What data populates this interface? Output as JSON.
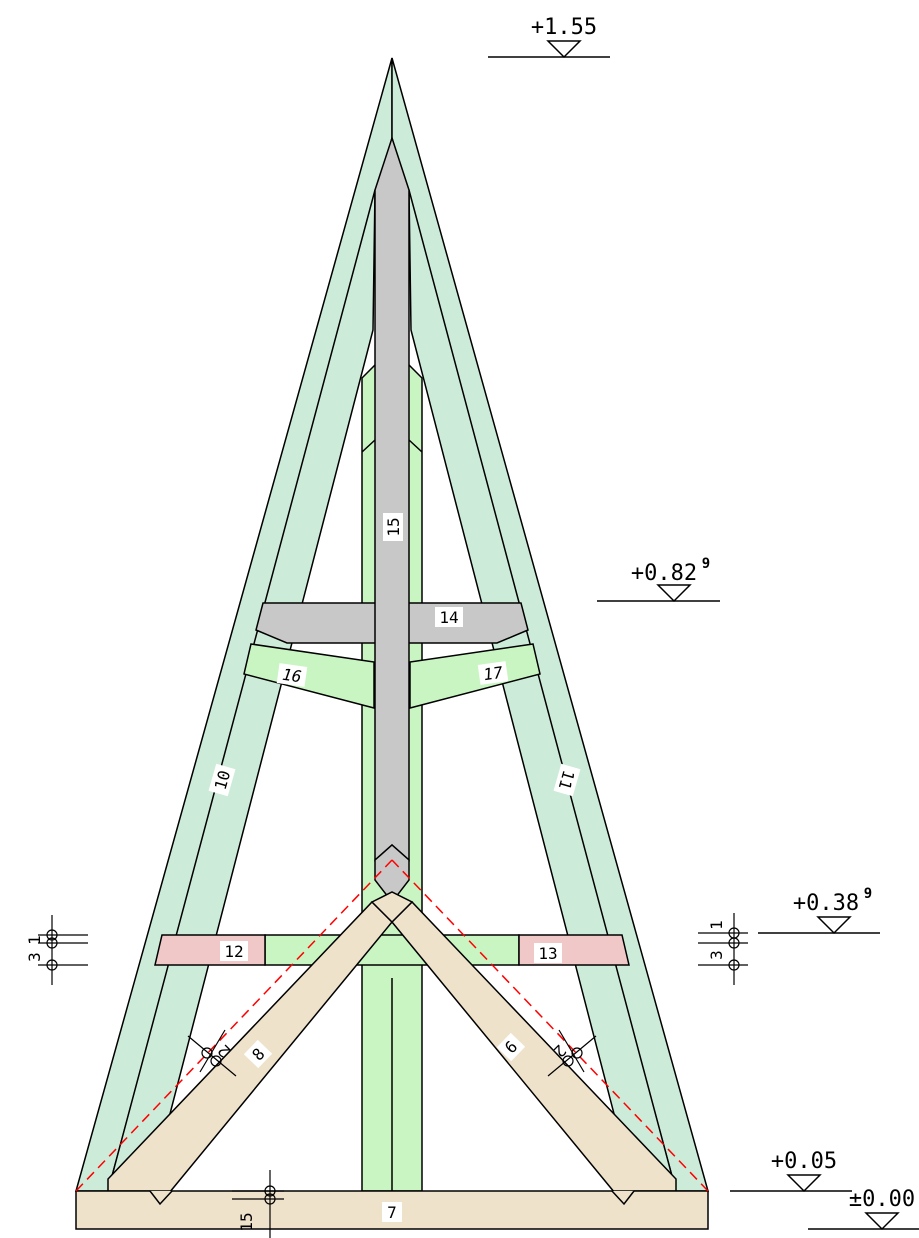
{
  "colors": {
    "outer_rafter": "#cdebd9",
    "post_green": "#c9f5c2",
    "grey_member": "#c8c8c8",
    "tan_member": "#efe2cb",
    "pink_member": "#f0c8c8",
    "red_dashed": "#ff0000",
    "outline": "#000000"
  },
  "members": {
    "m7": "7",
    "m8": "8",
    "m9": "9",
    "m10": "10",
    "m11": "11",
    "m12": "12",
    "m13": "13",
    "m14": "14",
    "m15": "15",
    "m16": "16",
    "m17": "17"
  },
  "levels": {
    "top": {
      "text": "+1.55",
      "sup": ""
    },
    "upper": {
      "text": "+0.82",
      "sup": "9"
    },
    "middle": {
      "text": "+0.38",
      "sup": "9"
    },
    "base": {
      "text": "+0.05",
      "sup": ""
    },
    "ground": {
      "text": "±0.00",
      "sup": ""
    }
  },
  "dimensions": {
    "left_pair": [
      "3",
      "1"
    ],
    "right_a": "1",
    "right_b": "3",
    "brace_left": "2",
    "brace_right": "2",
    "sill": "15"
  }
}
